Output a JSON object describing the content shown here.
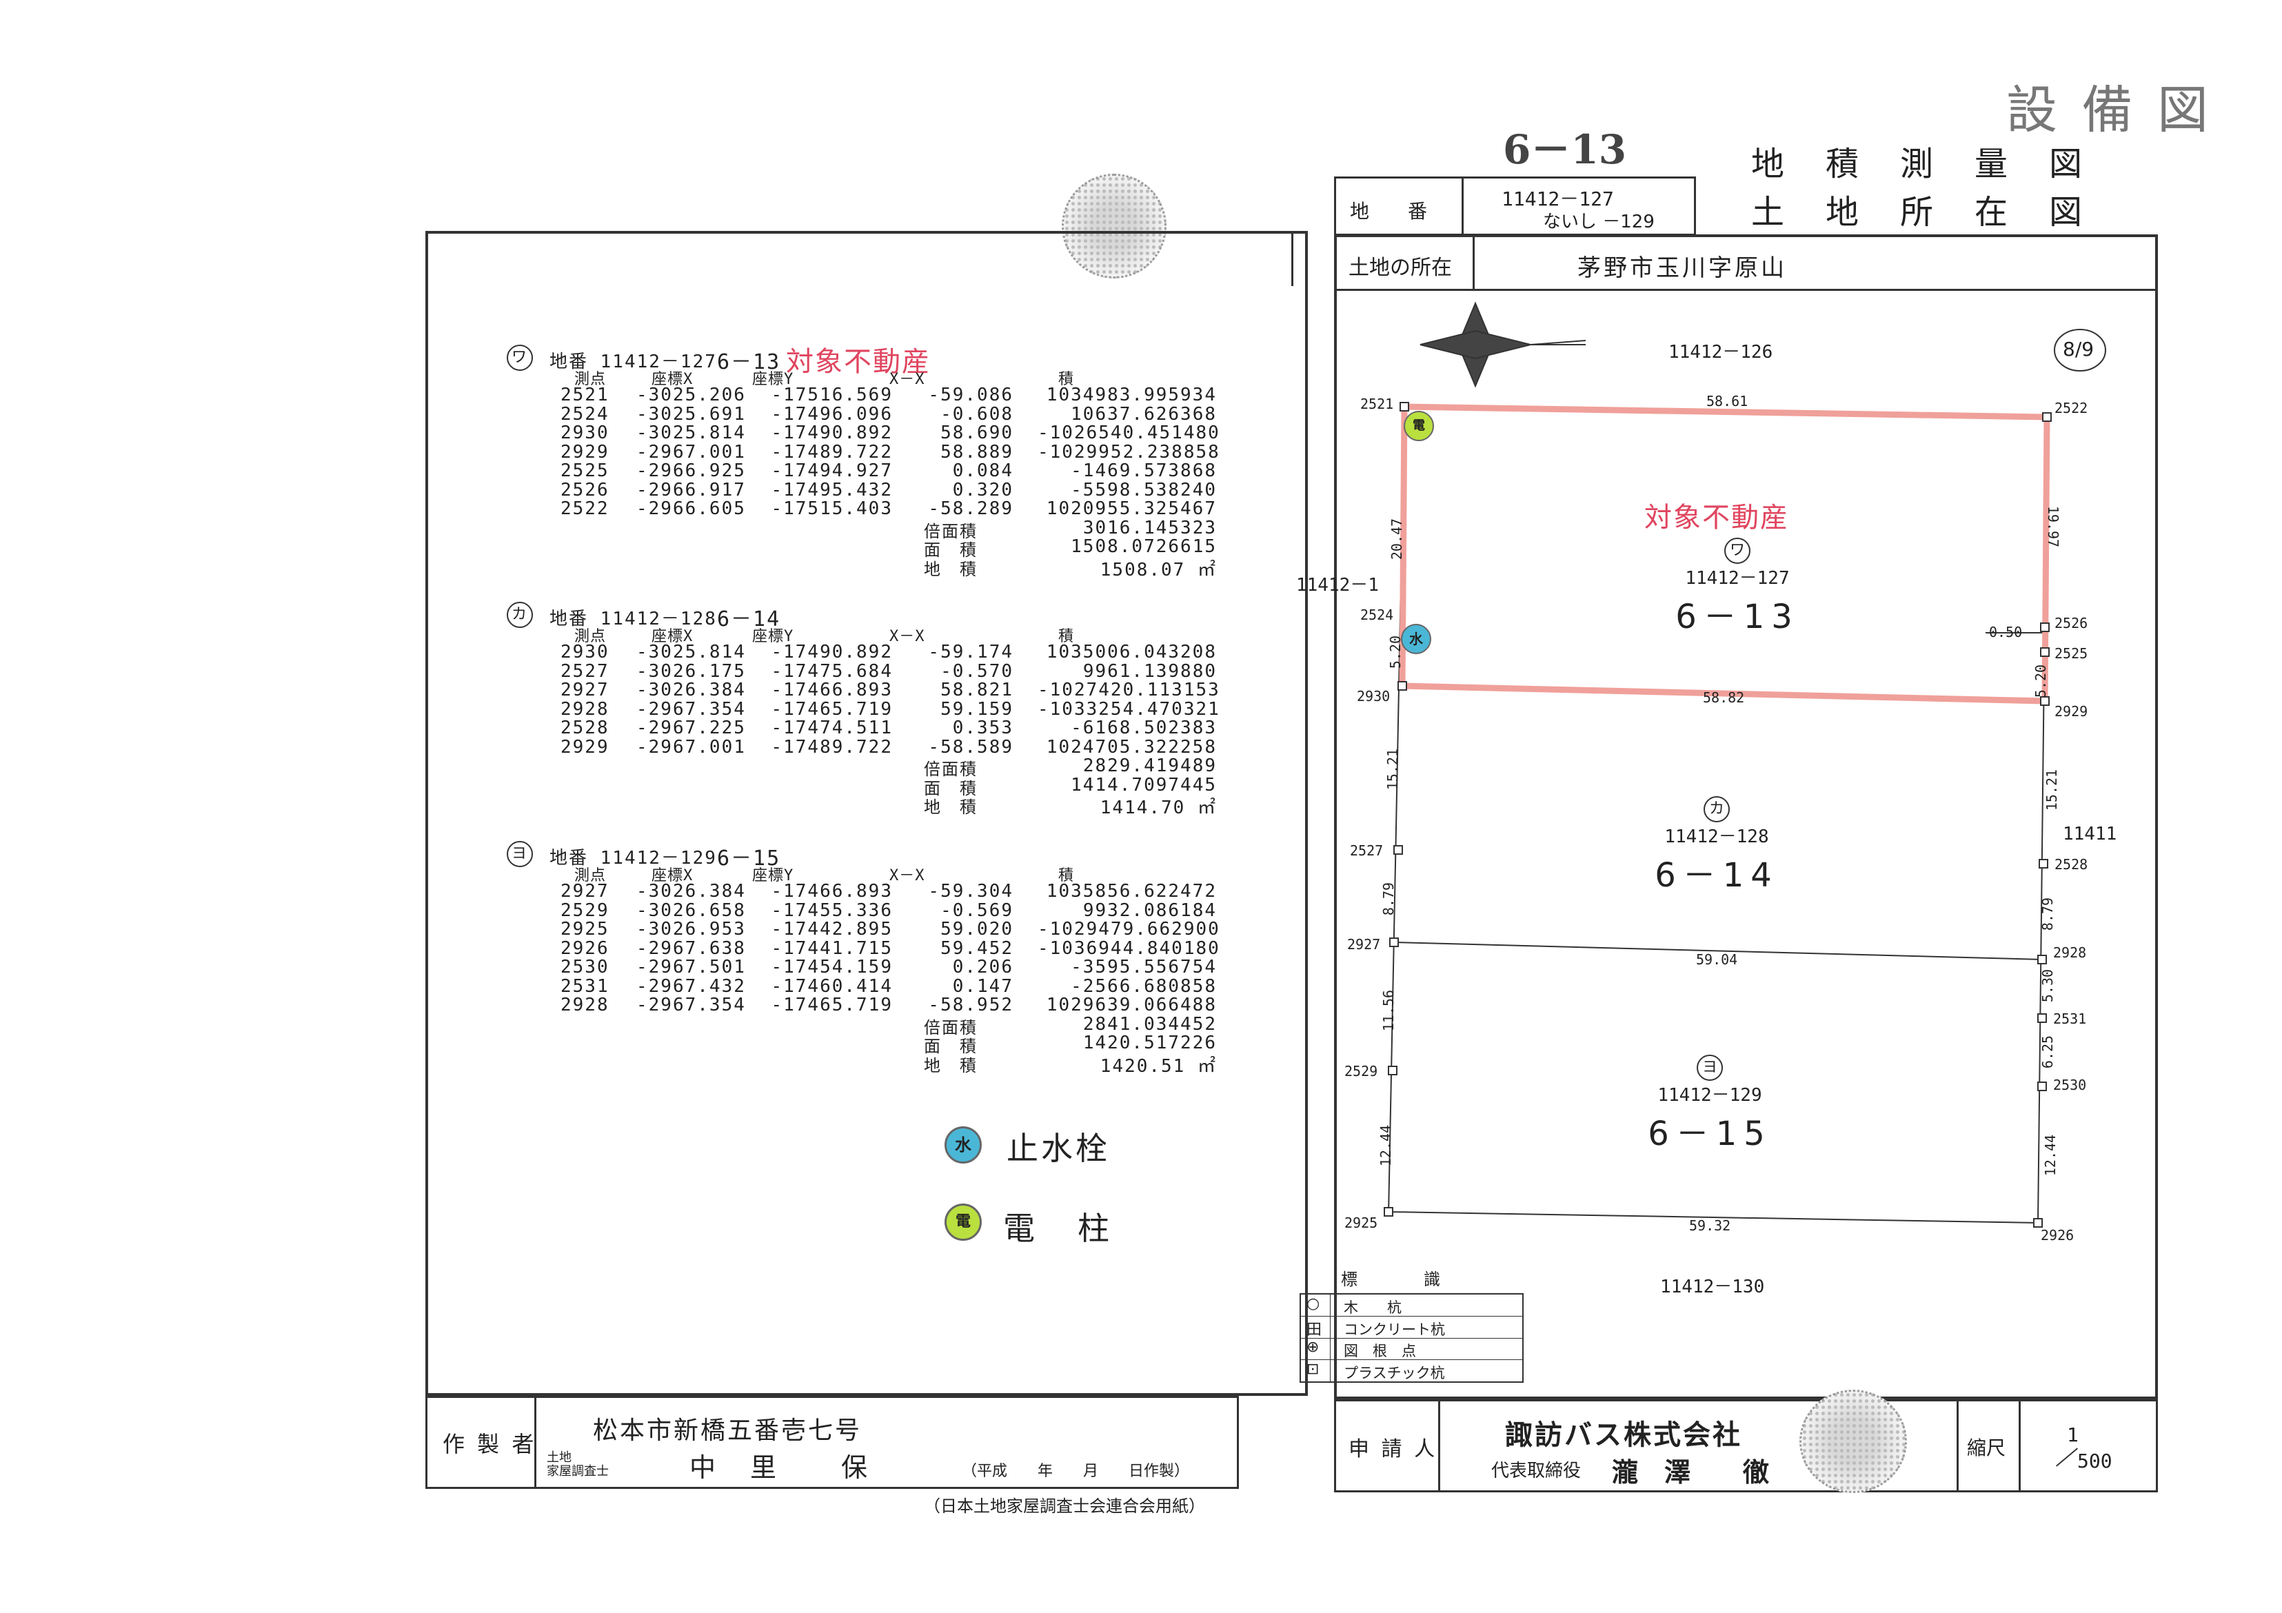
{
  "header": {
    "title_stamp": "設 備 図",
    "sheet_no": "6－13",
    "title_survey": "地　積　測　量　図",
    "title_location": "土　地　所　在　図",
    "parcel_label": "地　　番",
    "parcel_value_1": "11412－127",
    "parcel_value_2": "ないし －129",
    "location_label": "土地の所在",
    "location_value": "茅野市玉川字原山"
  },
  "tables": [
    {
      "marker": "ワ",
      "heading": "地番 11412－127",
      "lot": "6－13",
      "tag": "対象不動産",
      "columns": [
        "測点",
        "座標X",
        "座標Y",
        "X－X",
        "積"
      ],
      "rows": [
        [
          "2521",
          "-3025.206",
          "-17516.569",
          "-59.086",
          "1034983.995934"
        ],
        [
          "2524",
          "-3025.691",
          "-17496.096",
          "-0.608",
          "10637.626368"
        ],
        [
          "2930",
          "-3025.814",
          "-17490.892",
          "58.690",
          "-1026540.451480"
        ],
        [
          "2929",
          "-2967.001",
          "-17489.722",
          "58.889",
          "-1029952.238858"
        ],
        [
          "2525",
          "-2966.925",
          "-17494.927",
          "0.084",
          "-1469.573868"
        ],
        [
          "2526",
          "-2966.917",
          "-17495.432",
          "0.320",
          "-5598.538240"
        ],
        [
          "2522",
          "-2966.605",
          "-17515.403",
          "-58.289",
          "1020955.325467"
        ]
      ],
      "double_area": "3016.145323",
      "area": "1508.0726615",
      "land_area": "1508.07 ㎡"
    },
    {
      "marker": "カ",
      "heading": "地番 11412－128",
      "lot": "6－14",
      "tag": "",
      "columns": [
        "測点",
        "座標X",
        "座標Y",
        "X－X",
        "積"
      ],
      "rows": [
        [
          "2930",
          "-3025.814",
          "-17490.892",
          "-59.174",
          "1035006.043208"
        ],
        [
          "2527",
          "-3026.175",
          "-17475.684",
          "-0.570",
          "9961.139880"
        ],
        [
          "2927",
          "-3026.384",
          "-17466.893",
          "58.821",
          "-1027420.113153"
        ],
        [
          "2928",
          "-2967.354",
          "-17465.719",
          "59.159",
          "-1033254.470321"
        ],
        [
          "2528",
          "-2967.225",
          "-17474.511",
          "0.353",
          "-6168.502383"
        ],
        [
          "2929",
          "-2967.001",
          "-17489.722",
          "-58.589",
          "1024705.322258"
        ]
      ],
      "double_area": "2829.419489",
      "area": "1414.7097445",
      "land_area": "1414.70 ㎡"
    },
    {
      "marker": "ヨ",
      "heading": "地番 11412－129",
      "lot": "6－15",
      "tag": "",
      "columns": [
        "測点",
        "座標X",
        "座標Y",
        "X－X",
        "積"
      ],
      "rows": [
        [
          "2927",
          "-3026.384",
          "-17466.893",
          "-59.304",
          "1035856.622472"
        ],
        [
          "2529",
          "-3026.658",
          "-17455.336",
          "-0.569",
          "9932.086184"
        ],
        [
          "2925",
          "-3026.953",
          "-17442.895",
          "59.020",
          "-1029479.662900"
        ],
        [
          "2926",
          "-2967.638",
          "-17441.715",
          "59.452",
          "-1036944.840180"
        ],
        [
          "2530",
          "-2967.501",
          "-17454.159",
          "0.206",
          "-3595.556754"
        ],
        [
          "2531",
          "-2967.432",
          "-17460.414",
          "0.147",
          "-2566.680858"
        ],
        [
          "2928",
          "-2967.354",
          "-17465.719",
          "-58.952",
          "1029639.066488"
        ]
      ],
      "double_area": "2841.034452",
      "area": "1420.517226",
      "land_area": "1420.51 ㎡"
    }
  ],
  "labels": {
    "double_area": "倍面積",
    "area": "面　積",
    "land_area": "地　積"
  },
  "legend": {
    "water_symbol": "水",
    "water_label": "止水栓",
    "pole_symbol": "電",
    "pole_label": "電　柱"
  },
  "map": {
    "north_neighbor": "11412－126",
    "west_neighbor": "11412－1",
    "east_neighbor": "11411",
    "south_neighbor": "11412－130",
    "sheet_index": "8/9",
    "target_label": "対象不動産",
    "lots": [
      {
        "marker": "ワ",
        "parcel": "11412－127",
        "lot": "6－13"
      },
      {
        "marker": "カ",
        "parcel": "11412－128",
        "lot": "6－14"
      },
      {
        "marker": "ヨ",
        "parcel": "11412－129",
        "lot": "6－15"
      }
    ],
    "points": {
      "p2521": "2521",
      "p2522": "2522",
      "p2524": "2524",
      "p2526": "2526",
      "p2525": "2525",
      "p2930": "2930",
      "p2929": "2929",
      "p2527": "2527",
      "p2528": "2528",
      "p2927": "2927",
      "p2928": "2928",
      "p2531": "2531",
      "p2529": "2529",
      "p2530": "2530",
      "p2925": "2925",
      "p2926": "2926"
    },
    "distances": {
      "top": "58.61",
      "mid1": "58.82",
      "mid2": "59.04",
      "bottom": "59.32",
      "left1": "20.47",
      "left2": "5.20",
      "left3": "15.21",
      "left4": "8.79",
      "left5": "11.56",
      "left6": "12.44",
      "right1": "19.97",
      "right2": "5.20",
      "right3": "15.21",
      "right4": "8.79",
      "right5": "5.30",
      "right6": "6.25",
      "right7": "12.44",
      "offset": "0.50"
    }
  },
  "marker_legend": {
    "title": "標　　　　識",
    "items": [
      {
        "icon": "○",
        "label": "木　　杭"
      },
      {
        "icon": "田",
        "label": "コンクリート杭"
      },
      {
        "icon": "⊕",
        "label": "図　根　点"
      },
      {
        "icon": "⊡",
        "label": "プラスチック杭"
      }
    ]
  },
  "footer": {
    "maker_label": "作 製 者",
    "maker_address": "松本市新橋五番壱七号",
    "maker_role_1": "土地",
    "maker_role_2": "家屋調査士",
    "maker_name": "中　里　　保",
    "maker_date": "（平成　　年　　月　　日作製）",
    "paper_note": "（日本土地家屋調査士会連合会用紙）",
    "applicant_label": "申 請 人",
    "applicant_company": "諏訪バス株式会社",
    "applicant_title": "代表取締役",
    "applicant_name": "瀧　澤　　徹",
    "scale_label": "縮尺",
    "scale_num": "1",
    "scale_den": "500"
  }
}
